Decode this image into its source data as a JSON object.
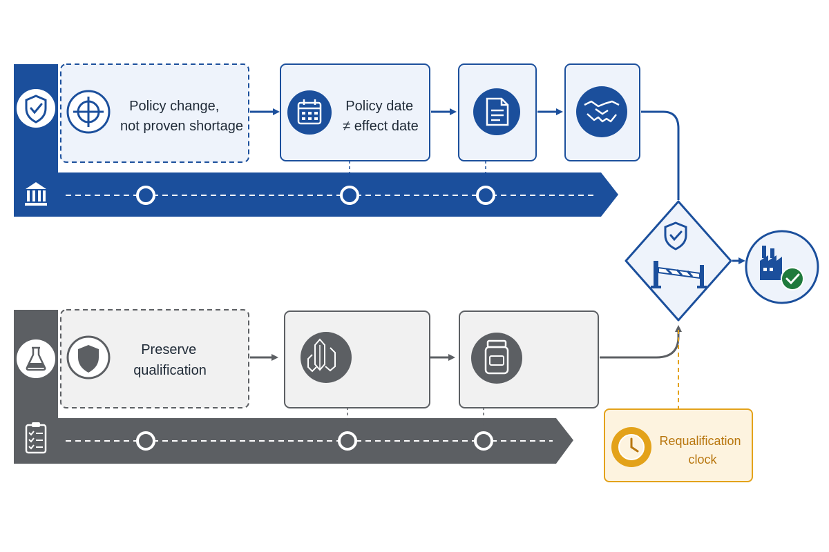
{
  "colors": {
    "blue": "#1b4f9c",
    "blue_light_fill": "#eef3fb",
    "grey": "#5c5f63",
    "grey_light_fill": "#f1f1f1",
    "amber": "#e3a21a",
    "amber_fill": "#fdf3df",
    "green": "#1f7a3c"
  },
  "policy_lane": {
    "lane_icon": "shield-check-icon",
    "timeline_icon": "institution-icon",
    "steps": [
      {
        "icon": "target-icon",
        "label_lines": [
          "Policy change,",
          "not proven shortage"
        ]
      },
      {
        "icon": "calendar-icon",
        "label_lines": [
          "Policy date",
          "≠ effect date"
        ]
      },
      {
        "icon": "document-icon",
        "label_lines": []
      },
      {
        "icon": "handshake-icon",
        "label_lines": []
      }
    ]
  },
  "qualification_lane": {
    "lane_icon": "flask-icon",
    "timeline_icon": "clipboard-checklist-icon",
    "steps": [
      {
        "icon": "shield-icon",
        "label_lines": [
          "Preserve",
          "qualification"
        ]
      },
      {
        "icon": "crystal-icon",
        "label_lines": []
      },
      {
        "icon": "jar-icon",
        "label_lines": []
      }
    ]
  },
  "gate": {
    "icon": "shield-barrier-gate-icon"
  },
  "outcome": {
    "icon": "factory-check-icon"
  },
  "requalification": {
    "icon": "clock-icon",
    "label_lines": [
      "Requalification",
      "clock"
    ]
  }
}
